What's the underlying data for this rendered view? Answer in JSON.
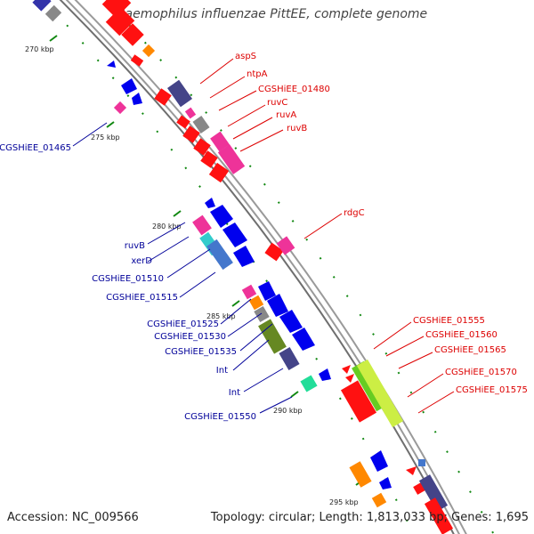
{
  "title": "Haemophilus influenzae PittEE, complete genome",
  "accession_text": "Accession: NC_009566",
  "topology_text": "Topology: circular; Length: 1,813,033 bp; Genes: 1,695",
  "colors": {
    "backbone": "#888888",
    "forward_label": "#dd0000",
    "reverse_label": "#000099",
    "tick": "#118811"
  },
  "ticks": [
    "270 kbp",
    "275 kbp",
    "280 kbp",
    "285 kbp",
    "290 kbp",
    "295 kbp"
  ],
  "forward_labels": [
    "aspS",
    "ntpA",
    "CGSHiEE_01480",
    "ruvC",
    "ruvA",
    "ruvB",
    "rdgC",
    "CGSHiEE_01555",
    "CGSHiEE_01560",
    "CGSHiEE_01565",
    "CGSHiEE_01570",
    "CGSHiEE_01575"
  ],
  "reverse_labels": [
    "CGSHiEE_01465",
    "ruvB",
    "xerD",
    "CGSHiEE_01510",
    "CGSHiEE_01515",
    "CGSHiEE_01525",
    "CGSHiEE_01530",
    "CGSHiEE_01535",
    "Int",
    "Int",
    "CGSHiEE_01550"
  ]
}
